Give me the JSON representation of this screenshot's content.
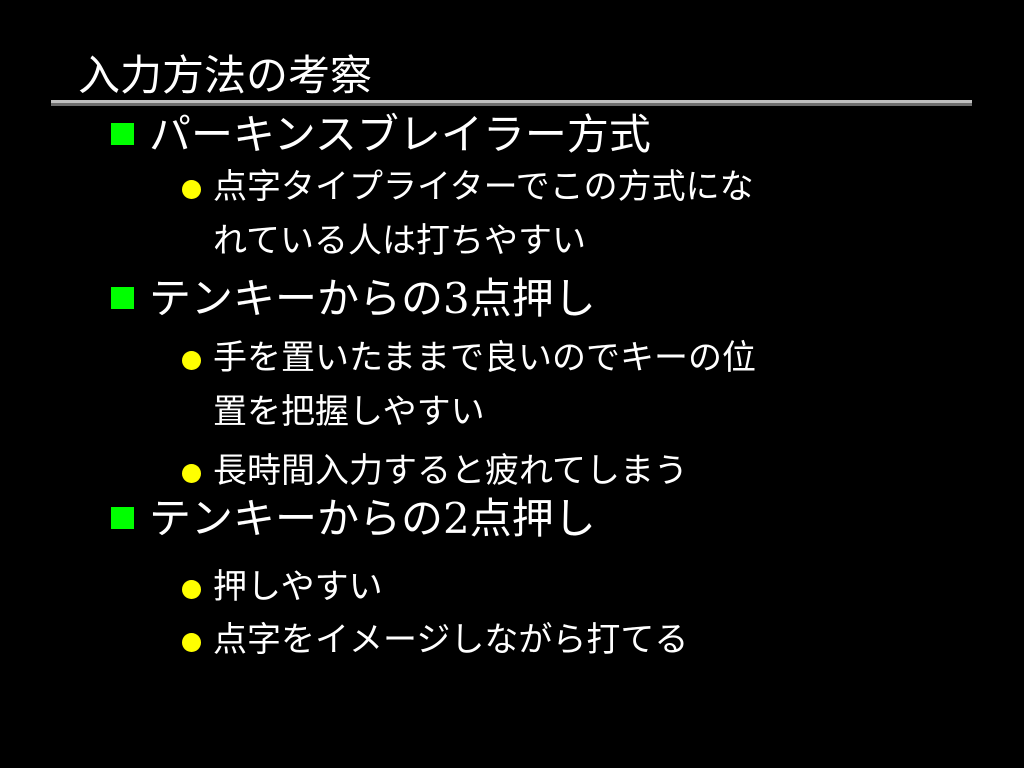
{
  "slide": {
    "title": "入力方法の考察",
    "colors": {
      "background": "#000000",
      "text": "#ffffff",
      "level1_bullet": "#00ff00",
      "level2_bullet": "#ffff00",
      "rule_light": "#c0c0c0",
      "rule_dark": "#6e6e6e"
    },
    "bullets": [
      {
        "text": "パーキンスブレイラー方式",
        "icon": "green-square-bullet",
        "sub": [
          {
            "lines": [
              "点字タイプライターでこの方式にな",
              "れている人は打ちやすい"
            ],
            "icon": "yellow-circle-bullet"
          }
        ]
      },
      {
        "text": "テンキーからの3点押し",
        "icon": "green-square-bullet",
        "sub": [
          {
            "lines": [
              "手を置いたままで良いのでキーの位",
              "置を把握しやすい"
            ],
            "icon": "yellow-circle-bullet"
          },
          {
            "lines": [
              "長時間入力すると疲れてしまう"
            ],
            "icon": "yellow-circle-bullet"
          }
        ]
      },
      {
        "text": "テンキーからの2点押し",
        "icon": "green-square-bullet",
        "sub": [
          {
            "lines": [
              "押しやすい"
            ],
            "icon": "yellow-circle-bullet"
          },
          {
            "lines": [
              "点字をイメージしながら打てる"
            ],
            "icon": "yellow-circle-bullet"
          }
        ]
      }
    ]
  }
}
